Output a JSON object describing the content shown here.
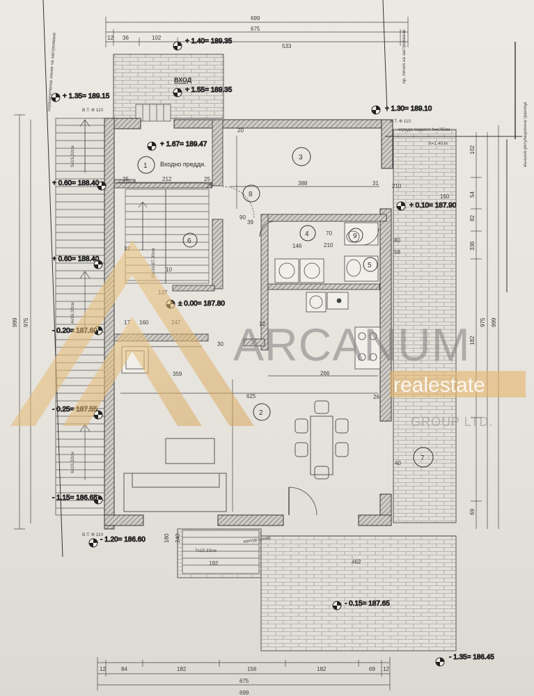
{
  "rooms": [
    {
      "id": "1",
      "name": "Входно предди."
    },
    {
      "id": "2"
    },
    {
      "id": "3"
    },
    {
      "id": "4"
    },
    {
      "id": "5"
    },
    {
      "id": "6"
    },
    {
      "id": "7"
    },
    {
      "id": "8"
    },
    {
      "id": "9"
    }
  ],
  "labels": {
    "entrance": "ВХОД",
    "railing": "ограда парапет h=105см",
    "contour": "контур сенер",
    "stairs_top": "5x15,32см",
    "stairs_mid": "4x16,32см",
    "stairs_left": "6x15,32см",
    "stairs_bottom": "7x15,33см",
    "stairs_inner": "10x16,67,30см",
    "vt_left": "В.Т. Ф 110",
    "vt_right": "В.Т. Ф 110",
    "vt_bottom": "В.Т. Ф 110",
    "h_note": "h=1.40 m",
    "right_edge": "външно-регулационна граница",
    "top_right": "ор. линия на застрояване",
    "top_left": "ограничителна линия на застрояване"
  },
  "elevations": [
    "+ 1.40= 189.35",
    "+ 1.55= 189.35",
    "+ 1.35= 189.15",
    "+ 1.30= 189.10",
    "+ 1.67= 189.47",
    "+ 0.60= 188.40",
    "+ 0.10= 187.90",
    "+ 0.60= 188.40",
    "± 0.00= 187.80",
    "- 0.20= 187.60",
    "- 0.25= 187.55",
    "- 1.15= 186.65",
    "- 1.20= 186.60",
    "- 0.15= 187.65",
    "- 1.35= 186.45"
  ],
  "dimensions": {
    "top_total": "699",
    "top_inner": "675",
    "top_a": "36",
    "top_b": "102",
    "top_c": "533",
    "top_12": "12",
    "bottom_total": "699",
    "bottom_inner": "675",
    "bottom_segments": [
      "12",
      "84",
      "182",
      "156",
      "182",
      "69",
      "12"
    ],
    "left_total": "999",
    "left_inner": "975",
    "right_total": "999",
    "right_inner": "975",
    "right_segments": [
      "102",
      "54",
      "82",
      "336",
      "182",
      "69"
    ],
    "inner": [
      "212",
      "25",
      "25",
      "388",
      "31",
      "210",
      "146",
      "70",
      "210",
      "137",
      "160",
      "247",
      "12",
      "266",
      "359",
      "625",
      "26",
      "30",
      "20",
      "90",
      "462",
      "192",
      "180",
      "240",
      "80",
      "58",
      "40",
      "150",
      "10",
      "32",
      "29",
      "17",
      "39"
    ]
  },
  "watermark": {
    "brand": "ARCANUM",
    "sub": "realestate",
    "group": "GROUP LTD."
  },
  "colors": {
    "paper": "#e9e6e0",
    "ink": "#2a2a2a",
    "wall": "#4a4a4a",
    "hatch": "#9a9894",
    "accent_gold": "#e6b46a"
  }
}
